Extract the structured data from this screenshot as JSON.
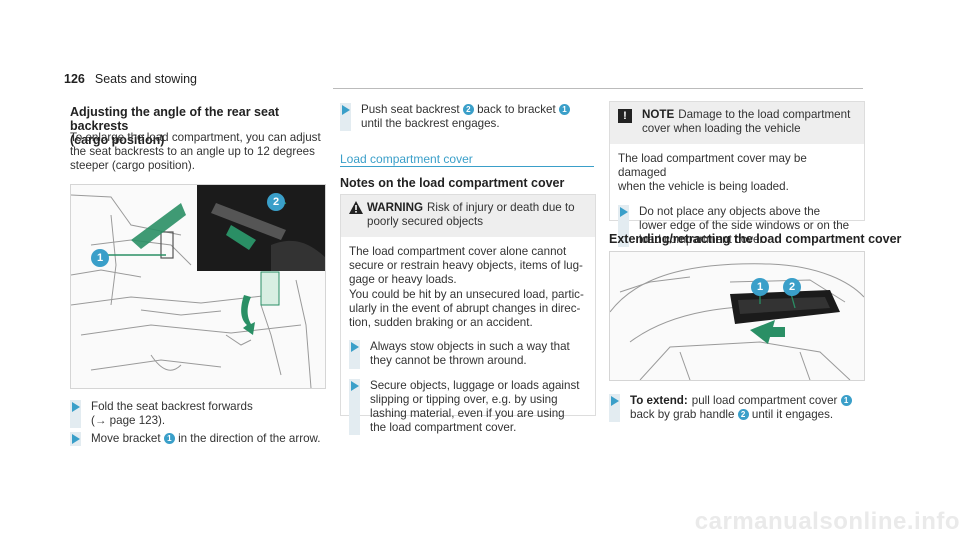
{
  "header": {
    "page_number": "126",
    "section": "Seats and stowing"
  },
  "col1": {
    "heading_line1": "Adjusting the angle of the rear seat backrests",
    "heading_line2": "(cargo position)",
    "intro": [
      "To enlarge the load compartment, you can adjust",
      "the seat backrests to an angle up to 12 degrees",
      "steeper (cargo position)."
    ],
    "figure_callouts": [
      "1",
      "2"
    ],
    "step1": {
      "line1": "Fold the seat backrest forwards",
      "line2": "(→ page 123)."
    },
    "step2": {
      "pre": "Move bracket",
      "num": "1",
      "post": "in the direction of the arrow."
    }
  },
  "col2": {
    "step3": {
      "pre": "Push seat backrest",
      "num2": "2",
      "mid": "back to bracket",
      "num1": "1",
      "line2": "until the backrest engages."
    },
    "link_heading": "Load compartment cover",
    "notes_heading": "Notes on the load compartment cover",
    "warning": {
      "label": "WARNING",
      "title_line1": "Risk of injury or death due to",
      "title_line2": "poorly secured objects",
      "body": [
        "The load compartment cover alone cannot",
        "secure or restrain heavy objects, items of lug-",
        "gage or heavy loads.",
        "You could be hit by an unsecured load, partic-",
        "ularly in the event of abrupt changes in direc-",
        "tion, sudden braking or an accident."
      ],
      "step_a": [
        "Always stow objects in such a way that",
        "they cannot be thrown around."
      ],
      "step_b": [
        "Secure objects, luggage or loads against",
        "slipping or tipping over, e.g. by using",
        "lashing material, even if you are using",
        "the load compartment cover."
      ]
    }
  },
  "col3": {
    "notice": {
      "icon": "!",
      "label": "NOTE",
      "title_line1": "Damage to the load compartment",
      "title_line2": "cover when loading the vehicle",
      "body": [
        "The load compartment cover may be damaged",
        "when the vehicle is being loaded."
      ],
      "step": [
        "Do not place any objects above the",
        "lower edge of the side windows or on the",
        "load compartment cover."
      ]
    },
    "ext_heading": "Extending/retracting the load compartment cover",
    "figure_callouts": [
      "1",
      "2"
    ],
    "step": {
      "strong": "To extend:",
      "pre": "pull load compartment cover",
      "num1": "1",
      "line2_pre": "back by grab handle",
      "num2": "2",
      "line2_post": "until it engages."
    }
  },
  "footer": {
    "watermark": "carmanualsonline.info"
  },
  "colors": {
    "accent": "#3a9fc9",
    "dark_figure": "#1b1b1b",
    "inset_bg": "#2a8f65"
  }
}
